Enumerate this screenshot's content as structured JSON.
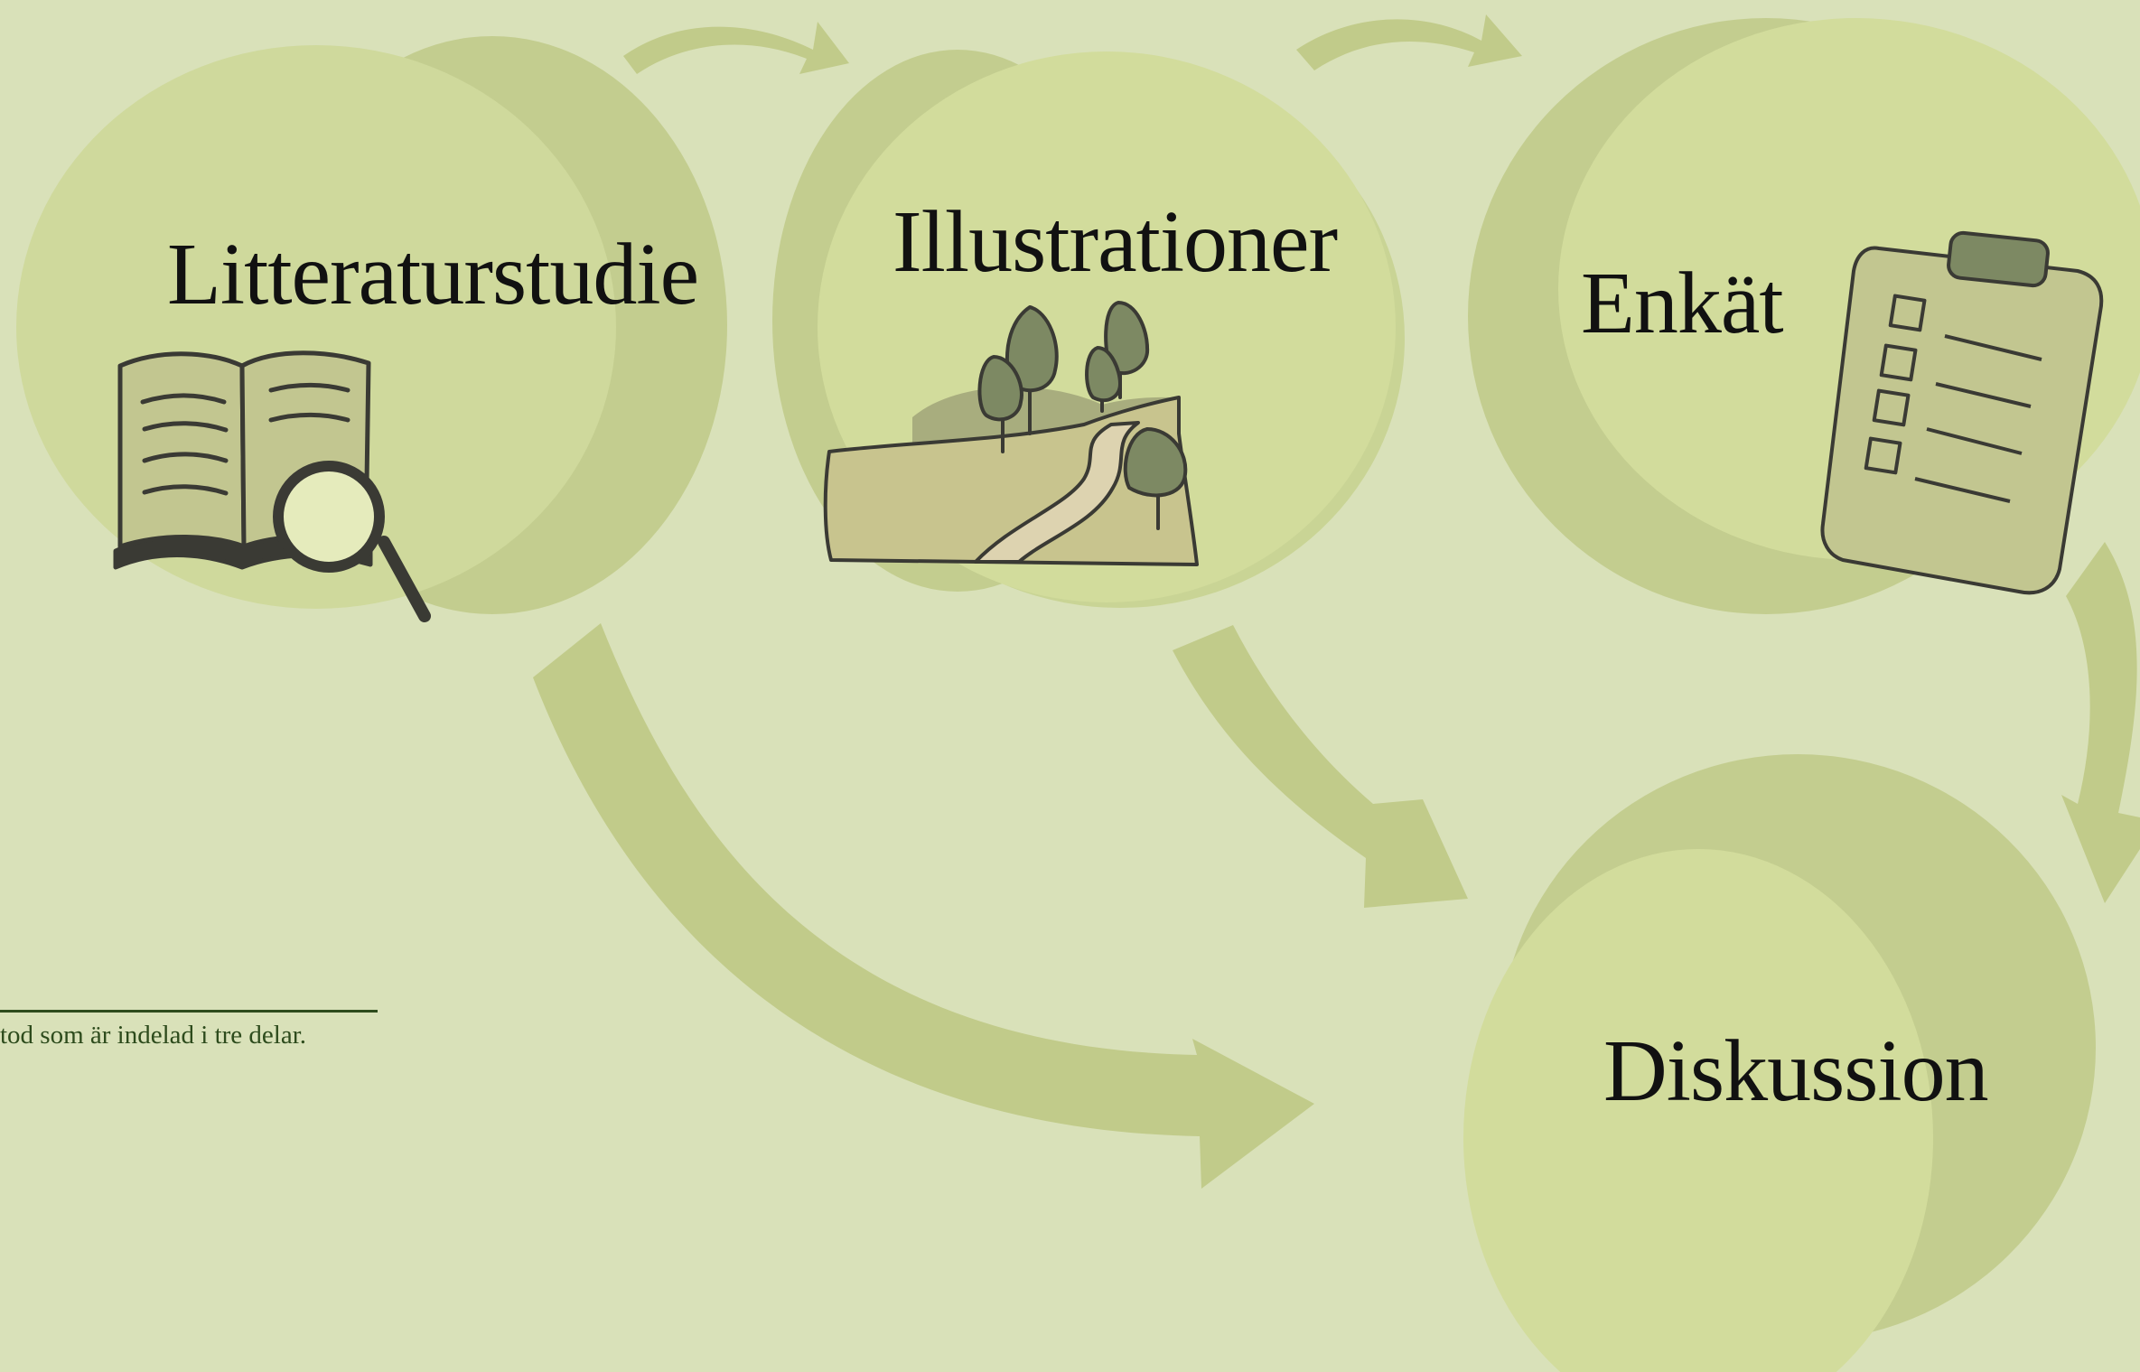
{
  "slide": {
    "background": "#d9e1b9",
    "blob_dark": "#c3cd8f",
    "blob_light": "#d2dc9c",
    "arrow_color": "#c1cb8a"
  },
  "steps": [
    {
      "label": "Litteraturstudie",
      "icon": "open-book-magnifier-icon"
    },
    {
      "label": "Illustrationer",
      "icon": "landscape-trees-icon"
    },
    {
      "label": "Enkät",
      "icon": "clipboard-checklist-icon"
    },
    {
      "label": "Diskussion"
    }
  ],
  "side_note": "tod som är indelad i tre delar."
}
